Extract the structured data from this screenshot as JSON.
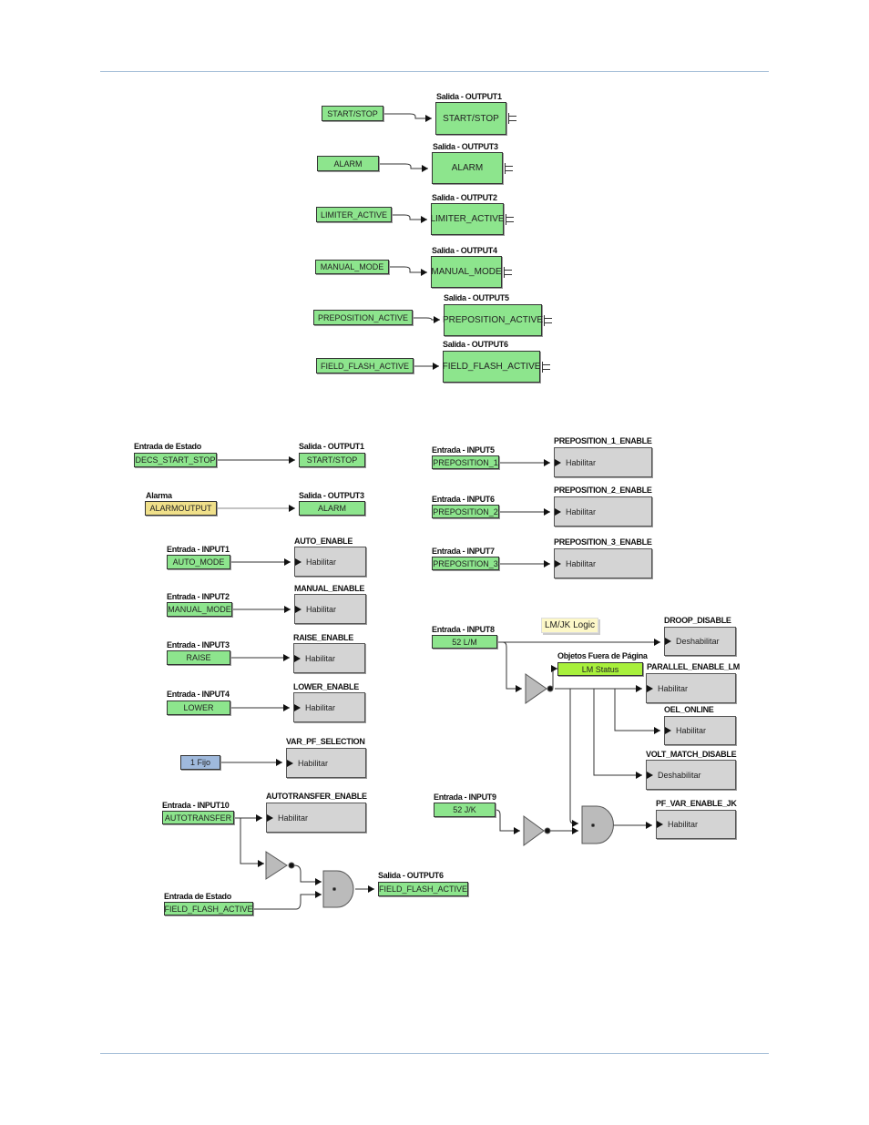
{
  "top": [
    {
      "label": "Salida - OUTPUT1",
      "input": "START/STOP",
      "output": "START/STOP"
    },
    {
      "label": "Salida - OUTPUT3",
      "input": "ALARM",
      "output": "ALARM"
    },
    {
      "label": "Salida - OUTPUT2",
      "input": "LIMITER_ACTIVE",
      "output": "LIMITER_ACTIVE"
    },
    {
      "label": "Salida - OUTPUT4",
      "input": "MANUAL_MODE",
      "output": "MANUAL_MODE"
    },
    {
      "label": "Salida - OUTPUT5",
      "input": "PREPOSITION_ACTIVE",
      "output": "PREPOSITION_ACTIVE"
    },
    {
      "label": "Salida - OUTPUT6",
      "input": "FIELD_FLASH_ACTIVE",
      "output": "FIELD_FLASH_ACTIVE"
    }
  ],
  "left": {
    "decs": {
      "in_label": "Entrada de Estado",
      "in": "DECS_START_STOP",
      "out_label": "Salida - OUTPUT1",
      "out": "START/STOP"
    },
    "alarm": {
      "in_label": "Alarma",
      "in": "ALARMOUTPUT",
      "out_label": "Salida - OUTPUT3",
      "out": "ALARM"
    },
    "auto": {
      "in_label": "Entrada - INPUT1",
      "in": "AUTO_MODE",
      "out_label": "AUTO_ENABLE",
      "out": "Habilitar"
    },
    "manual": {
      "in_label": "Entrada - INPUT2",
      "in": "MANUAL_MODE",
      "out_label": "MANUAL_ENABLE",
      "out": "Habilitar"
    },
    "raise": {
      "in_label": "Entrada - INPUT3",
      "in": "RAISE",
      "out_label": "RAISE_ENABLE",
      "out": "Habilitar"
    },
    "lower": {
      "in_label": "Entrada - INPUT4",
      "in": "LOWER",
      "out_label": "LOWER_ENABLE",
      "out": "Habilitar"
    },
    "varpf": {
      "in": "1 Fijo",
      "out_label": "VAR_PF_SELECTION",
      "out": "Habilitar"
    },
    "autotransfer": {
      "in_label": "Entrada - INPUT10",
      "in": "AUTOTRANSFER",
      "out_label": "AUTOTRANSFER_ENABLE",
      "out": "Habilitar"
    },
    "ffa": {
      "in_label": "Entrada de Estado",
      "in": "FIELD_FLASH_ACTIVE",
      "out_label": "Salida - OUTPUT6",
      "out": "FIELD_FLASH_ACTIVE"
    }
  },
  "right": {
    "pre1": {
      "in_label": "Entrada - INPUT5",
      "in": "PREPOSITION_1",
      "out_label": "PREPOSITION_1_ENABLE",
      "out": "Habilitar"
    },
    "pre2": {
      "in_label": "Entrada - INPUT6",
      "in": "PREPOSITION_2",
      "out_label": "PREPOSITION_2_ENABLE",
      "out": "Habilitar"
    },
    "pre3": {
      "in_label": "Entrada - INPUT7",
      "in": "PREPOSITION_3",
      "out_label": "PREPOSITION_3_ENABLE",
      "out": "Habilitar"
    },
    "note": "LM/JK Logic",
    "lm": {
      "in_label": "Entrada - INPUT8",
      "in": "52 L/M"
    },
    "jk": {
      "in_label": "Entrada - INPUT9",
      "in": "52 J/K"
    },
    "droop": {
      "label": "DROOP_DISABLE",
      "text": "Deshabilitar"
    },
    "offpage": {
      "label": "Objetos Fuera de Página",
      "text": "LM Status"
    },
    "parallel": {
      "label": "PARALLEL_ENABLE_LM",
      "text": "Habilitar"
    },
    "oel": {
      "label": "OEL_ONLINE",
      "text": "Habilitar"
    },
    "volt": {
      "label": "VOLT_MATCH_DISABLE",
      "text": "Deshabilitar"
    },
    "pfvar": {
      "label": "PF_VAR_ENABLE_JK",
      "text": "Habilitar"
    }
  }
}
